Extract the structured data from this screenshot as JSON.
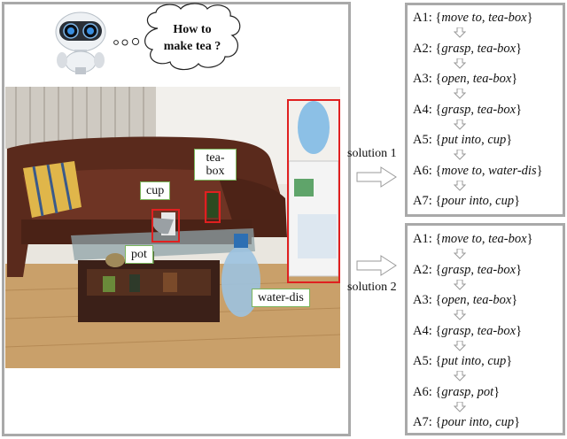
{
  "question": {
    "line1": "How to",
    "line2": "make tea ?"
  },
  "labels": {
    "cup": "cup",
    "pot": "pot",
    "teabox_l1": "tea-",
    "teabox_l2": "box",
    "water_dis": "water-dis"
  },
  "solution1": {
    "label": "solution 1",
    "steps": [
      {
        "id": "A1:",
        "action": "move to",
        "object": "tea-box"
      },
      {
        "id": "A2:",
        "action": "grasp",
        "object": "tea-box"
      },
      {
        "id": "A3:",
        "action": "open",
        "object": "tea-box"
      },
      {
        "id": "A4:",
        "action": "grasp",
        "object": "tea-box"
      },
      {
        "id": "A5:",
        "action": "put into",
        "object": "cup"
      },
      {
        "id": "A6:",
        "action": "move to",
        "object": "water-dis"
      },
      {
        "id": "A7:",
        "action": "pour into",
        "object": "cup"
      }
    ]
  },
  "solution2": {
    "label": "solution 2",
    "steps": [
      {
        "id": "A1:",
        "action": "move to",
        "object": "tea-box"
      },
      {
        "id": "A2:",
        "action": "grasp",
        "object": "tea-box"
      },
      {
        "id": "A3:",
        "action": "open",
        "object": "tea-box"
      },
      {
        "id": "A4:",
        "action": "grasp",
        "object": "tea-box"
      },
      {
        "id": "A5:",
        "action": "put into",
        "object": "cup"
      },
      {
        "id": "A6:",
        "action": "grasp",
        "object": "pot"
      },
      {
        "id": "A7:",
        "action": "pour into",
        "object": "cup"
      }
    ]
  },
  "colors": {
    "frame": "#a9a9a9",
    "highlight": "#e02020",
    "callout_border": "#7ab55c"
  }
}
